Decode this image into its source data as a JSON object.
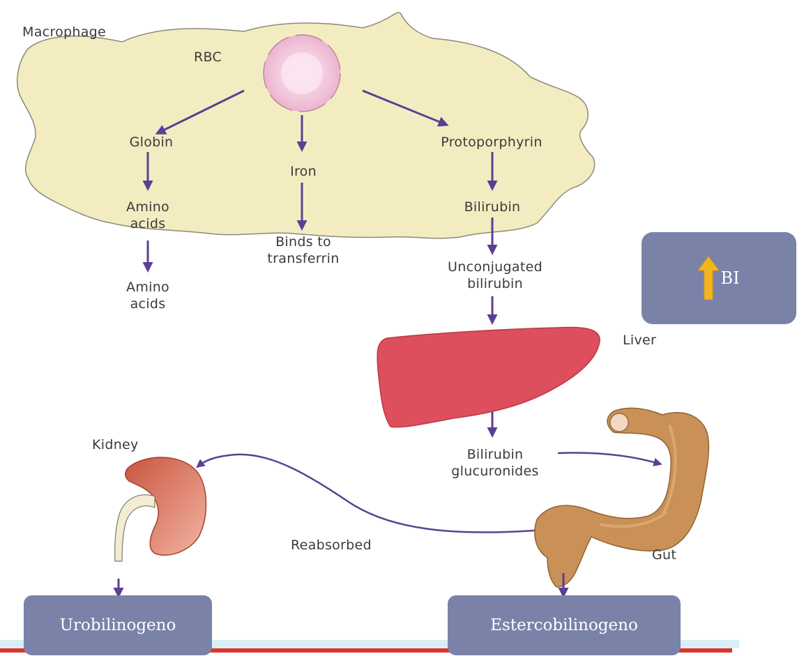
{
  "macrophage": {
    "title": "Macrophage",
    "rbc": "RBC",
    "globin": "Globin",
    "iron": "Iron",
    "protoporphyrin": "Protoporphyrin",
    "amino_acids_inner_1": "Amino",
    "amino_acids_inner_2": "acids",
    "bilirubin": "Bilirubin"
  },
  "outside": {
    "amino_acids_1": "Amino",
    "amino_acids_2": "acids",
    "binds_1": "Binds to",
    "binds_2": "transferrin",
    "unconj_1": "Unconjugated",
    "unconj_2": "bilirubin",
    "liver": "Liver",
    "bg_1": "Bilirubin",
    "bg_2": "glucuronides",
    "kidney": "Kidney",
    "reabsorbed": "Reabsorbed",
    "gut": "Gut"
  },
  "boxes": {
    "bi_label": "BI",
    "urobilinogeno": "Urobilinogeno",
    "estercobilinogeno": "Estercobilinogeno"
  },
  "colors": {
    "arrow": "#5b3f93",
    "macrophage_fill": "#f4ecc1",
    "liver": "#dd4f5c",
    "kidney": "#d7654d",
    "gut": "#c99157",
    "box": "#7b82a8",
    "up_arrow": "#f3b51f"
  }
}
